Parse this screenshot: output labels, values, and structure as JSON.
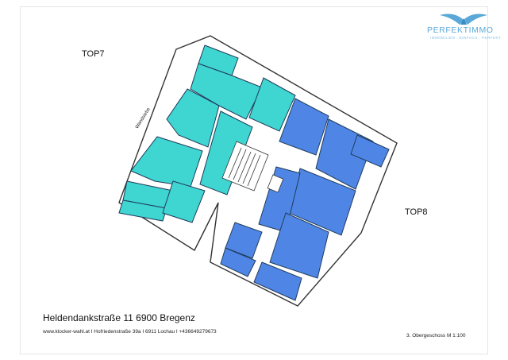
{
  "logo": {
    "name": "PERFEKTIMMO",
    "tagline": "IMMOBILIEN . EINFACH . PERFEKT",
    "colors": {
      "primary": "#5aa8d8",
      "light": "#7fbfe6"
    },
    "icon": "eagle-wings-icon"
  },
  "units": {
    "top7": {
      "label": "TOP7",
      "color": "#3fd5d0"
    },
    "top8": {
      "label": "TOP8",
      "color": "#4f86e6"
    }
  },
  "wall_label": "Wandsiebe",
  "footer": {
    "address": "Heldendankstraße 11 6900 Bregenz",
    "contact": "www.klocker-wahl.at I Hofriedenstraße 39a I 6911 Lochau I +436649279673",
    "floor": "3. Obergeschoss M 1:100"
  }
}
